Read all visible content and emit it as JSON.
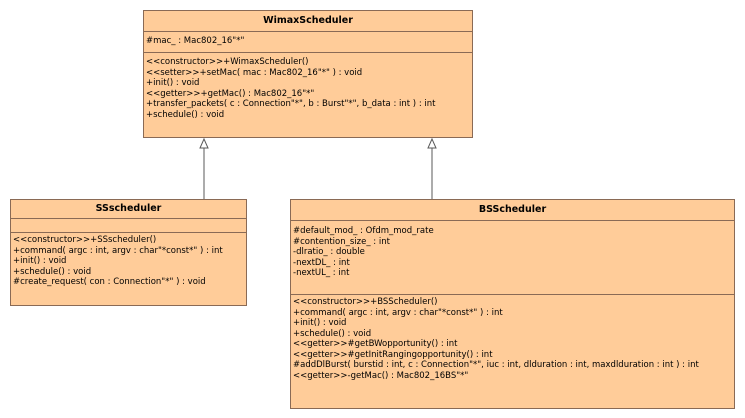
{
  "classes": {
    "wimax": {
      "name": "WimaxScheduler",
      "attributes": [
        "#mac_ : Mac802_16\"*\""
      ],
      "operations": [
        "<<constructor>>+WimaxScheduler()",
        "<<setter>>+setMac( mac : Mac802_16\"*\" ) : void",
        "+init() : void",
        "<<getter>>+getMac() : Mac802_16\"*\"",
        "+transfer_packets( c : Connection\"*\", b : Burst\"*\", b_data : int ) : int",
        "+schedule() : void"
      ]
    },
    "ss": {
      "name": "SSscheduler",
      "attributes": [],
      "operations": [
        "<<constructor>>+SSscheduler()",
        "+command( argc : int, argv : char\"*const*\" ) : int",
        "+init() : void",
        "+schedule() : void",
        "#create_request( con : Connection\"*\" ) : void"
      ]
    },
    "bs": {
      "name": "BSScheduler",
      "attributes": [
        "#default_mod_ : Ofdm_mod_rate",
        "#contention_size_ : int",
        "-dlratio_ : double",
        "-nextDL_ : int",
        "-nextUL_ : int"
      ],
      "operations": [
        "<<constructor>>+BSScheduler()",
        "+command( argc : int, argv : char\"*const*\" ) : int",
        "+init() : void",
        "+schedule() : void",
        "<<getter>>#getBWopportunity() : int",
        "<<getter>>#getInitRangingopportunity() : int",
        "#addDlBurst( burstid : int, c : Connection\"*\", iuc : int, dlduration : int, maxdlduration : int ) : int",
        "<<getter>>-getMac() : Mac802_16BS\"*\""
      ]
    }
  },
  "colors": {
    "class_fill": "#ffcc99",
    "class_border": "#8a6a55",
    "connector": "#5a5a5a"
  }
}
